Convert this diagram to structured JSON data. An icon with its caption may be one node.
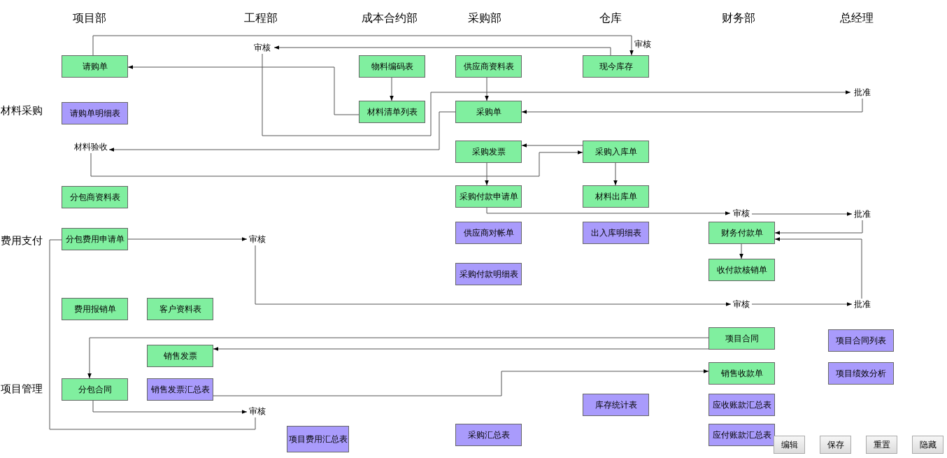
{
  "diagram": {
    "nodes": [
      {
        "text": [
          "请购单"
        ]
      },
      {
        "text": [
          "审核"
        ]
      },
      {
        "text": [
          "物料编码表"
        ]
      },
      {
        "text": [
          "供应商资料表"
        ]
      },
      {
        "text": [
          "现今库存"
        ]
      },
      {
        "text": [
          "请购单明细表"
        ]
      },
      {
        "text": [
          "材料清单列表"
        ]
      },
      {
        "text": [
          "采购单"
        ]
      },
      {
        "text": [
          "批准"
        ]
      },
      {
        "text": [
          "材料验收"
        ]
      },
      {
        "text": [
          "采购发票"
        ]
      },
      {
        "text": [
          "采购入库单"
        ]
      },
      {
        "text": [
          "分包商资料表"
        ]
      },
      {
        "text": [
          "采购付款申请单"
        ]
      },
      {
        "text": [
          "材料出库单"
        ]
      },
      {
        "text": [
          "审核"
        ]
      },
      {
        "text": [
          "批准"
        ]
      },
      {
        "text": [
          "分包费用申请单"
        ]
      },
      {
        "text": [
          "审核"
        ]
      },
      {
        "text": [
          "供应商对帐单"
        ]
      },
      {
        "text": [
          "出入库明细表"
        ]
      },
      {
        "text": [
          "财务付款单"
        ]
      },
      {
        "text": [
          "收付款核销单"
        ]
      },
      {
        "text": [
          "采购付款明细表"
        ]
      },
      {
        "text": [
          "费用报销单"
        ]
      },
      {
        "text": [
          "客户资料表"
        ]
      },
      {
        "text": [
          "审核"
        ]
      },
      {
        "text": [
          "批准"
        ]
      },
      {
        "text": [
          "项目合同"
        ]
      },
      {
        "text": [
          "项目合同列表"
        ]
      },
      {
        "text": [
          "销售发票"
        ]
      },
      {
        "text": [
          "分包合同"
        ]
      },
      {
        "text": [
          "销售发票汇总表"
        ]
      },
      {
        "text": [
          "销售收款单"
        ]
      },
      {
        "text": [
          "项目绩效分析"
        ]
      },
      {
        "text": [
          "审核"
        ]
      },
      {
        "text": [
          "库存统计表"
        ]
      },
      {
        "text": [
          "应收账款汇总表"
        ]
      },
      {
        "text": [
          "项目费用汇总表"
        ]
      },
      {
        "text": [
          "采购汇总表"
        ]
      },
      {
        "text": [
          "应付账款汇总表"
        ]
      }
    ],
    "edges": [
      {
        "from": 0,
        "to": 4,
        "arrow": "to",
        "label": "审核"
      },
      {
        "from": 4,
        "to": 1,
        "arrow": "to"
      },
      {
        "from": 1,
        "to": 8,
        "arrow": "to"
      },
      {
        "from": 6,
        "to": 0,
        "arrow": "to"
      },
      {
        "from": 2,
        "to": 6,
        "arrow": "to"
      },
      {
        "from": 3,
        "to": 7,
        "arrow": "to"
      },
      {
        "from": 8,
        "to": 7,
        "arrow": "to"
      },
      {
        "from": 7,
        "to": 9,
        "arrow": "to"
      },
      {
        "from": 9,
        "to": 11,
        "arrow": "to"
      },
      {
        "from": 11,
        "to": 10,
        "arrow": "to"
      },
      {
        "from": 10,
        "to": 13,
        "arrow": "to"
      },
      {
        "from": 11,
        "to": 14,
        "arrow": "to"
      },
      {
        "from": 13,
        "to": 15,
        "arrow": "to"
      },
      {
        "from": 15,
        "to": 16,
        "arrow": "to"
      },
      {
        "from": 16,
        "to": 21,
        "arrow": "to"
      },
      {
        "from": 21,
        "to": 22,
        "arrow": "to"
      },
      {
        "from": 17,
        "to": 18,
        "arrow": "to"
      },
      {
        "from": 18,
        "to": 26,
        "arrow": "to"
      },
      {
        "from": 26,
        "to": 27,
        "arrow": "to"
      },
      {
        "from": 27,
        "to": 21,
        "arrow": "to"
      },
      {
        "from": 28,
        "to": 31,
        "arrow": "to"
      },
      {
        "from": 28,
        "to": 30,
        "arrow": "to"
      },
      {
        "from": 32,
        "to": 33,
        "arrow": "to"
      },
      {
        "from": 31,
        "to": 35,
        "arrow": "to"
      },
      {
        "from": 35,
        "to": 17,
        "arrow": "none"
      }
    ],
    "labels": [
      "项目部",
      "工程部",
      "成本合约部",
      "采购部",
      "仓库",
      "财务部",
      "总经理",
      "材料采购",
      "费用支付",
      "项目管理",
      "编辑",
      "保存",
      "重置",
      "隐藏"
    ]
  }
}
